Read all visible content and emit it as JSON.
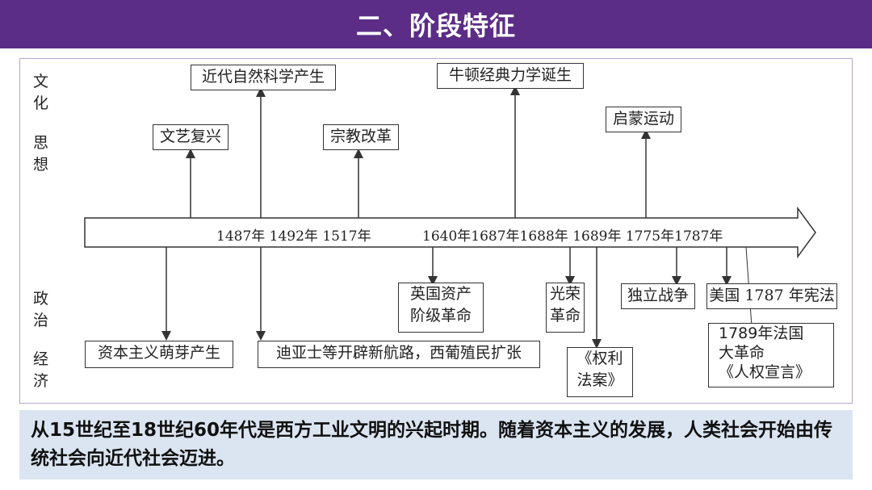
{
  "title": "二、阶段特征",
  "rows": {
    "culture": "文化",
    "thought": "思想",
    "politics": "政治",
    "economy": "经济"
  },
  "timeline_years": "1487年 1492年 1517年",
  "timeline_years_2": "1640年1687年1688年 1689年 1775年1787年",
  "events": {
    "science": "近代自然科学产生",
    "newton": "牛顿经典力学诞生",
    "renaissance": "文艺复兴",
    "reformation": "宗教改革",
    "enlightenment": "启蒙运动",
    "english_rev_l1": "英国资产",
    "english_rev_l2": "阶级革命",
    "glorious_l1": "光荣",
    "glorious_l2": "革命",
    "independence": "独立战争",
    "us_constitution": "美国 1787 年宪法",
    "capitalism": "资本主义萌芽产生",
    "voyages": "迪亚士等开辟新航路，西葡殖民扩张",
    "bill_l1": "《权利",
    "bill_l2": "法案》",
    "french_l1": "1789年法国",
    "french_l2": "大革命",
    "french_l3": "《人权宣言》"
  },
  "summary": "从15世纪至18世纪60年代是西方工业文明的兴起时期。随着资本主义的发展，人类社会开始由传统社会向近代社会迈进。"
}
